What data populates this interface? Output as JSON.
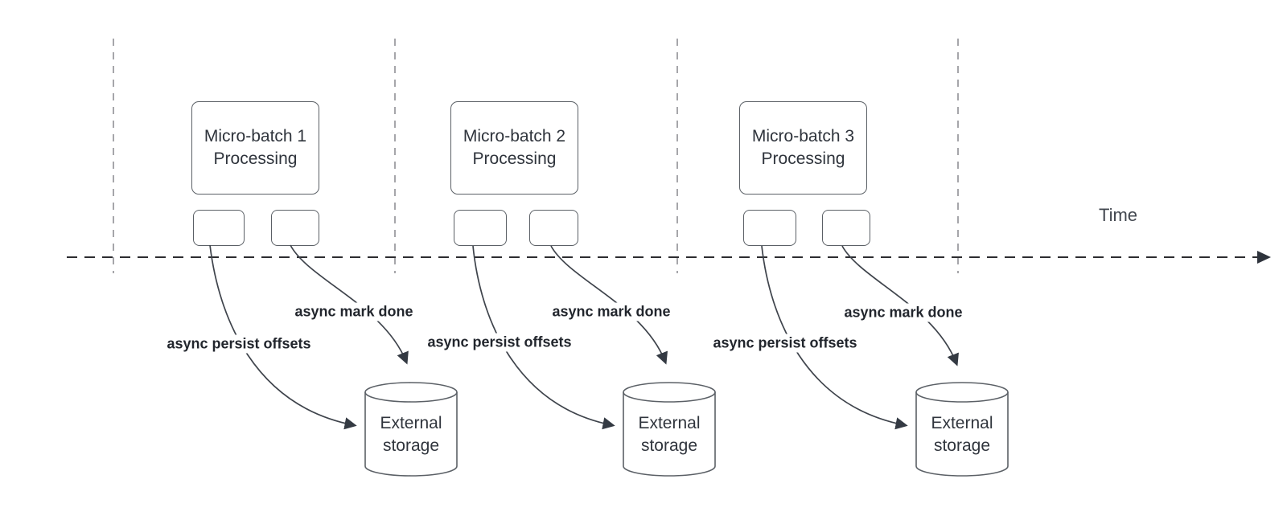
{
  "diagram": {
    "time_axis_label": "Time",
    "sections": [
      {
        "title": "Micro-batch 1\nProcessing",
        "persist_label": "async persist offsets",
        "mark_done_label": "async mark done",
        "storage_label": "External\nstorage"
      },
      {
        "title": "Micro-batch 2\nProcessing",
        "persist_label": "async persist offsets",
        "mark_done_label": "async mark done",
        "storage_label": "External\nstorage"
      },
      {
        "title": "Micro-batch 3\nProcessing",
        "persist_label": "async persist offsets",
        "mark_done_label": "async mark done",
        "storage_label": "External\nstorage"
      }
    ],
    "colors": {
      "shape_stroke": "#5b6066",
      "connector_stroke": "#3f444c",
      "arrowhead_fill": "#343a43",
      "box_text": "#2f343c",
      "bold_label_text": "#22262d",
      "time_label_text": "#42474f",
      "timeline_dash": "#2c2c30",
      "divider_dash": "#a6a6aa",
      "background": "#ffffff"
    }
  }
}
